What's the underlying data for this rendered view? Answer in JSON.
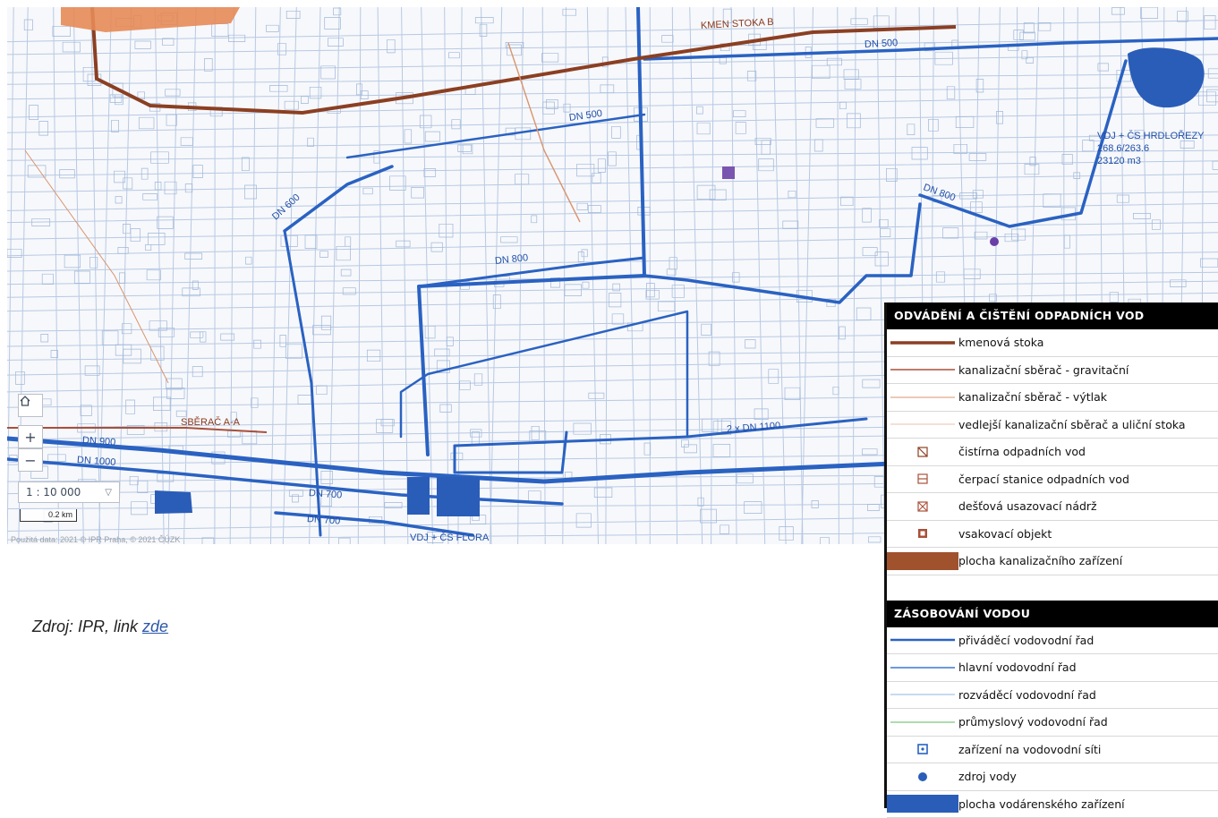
{
  "map": {
    "labels": {
      "kmen_stoka_b": "KMEN STOKA B",
      "dn500_a": "DN 500",
      "dn500_b": "DN 500",
      "vdj_hrdlorezy": "VDJ + ČS HRDLOŘEZY",
      "hrdlorezy_level": "268.6/263.6",
      "hrdlorezy_volume": "23120 m3",
      "dn800_a": "DN 800",
      "dn600": "DN 600",
      "dn800_b": "DN 800",
      "sberac_aa": "SBĚRAČ A-A",
      "dn900": "DN 900",
      "dn1000": "DN 1000",
      "dn700_a": "DN 700",
      "dn700_b": "DN 700",
      "dn1100": "2 x DN 1100",
      "vdj_flora": "VDJ + ČS FLORA"
    },
    "controls": {
      "home_icon": "home-icon",
      "zoom_in": "+",
      "zoom_out": "−",
      "scale_value": "1 : 10 000",
      "scale_bar": "0.2 km"
    },
    "attribution": "Použitá data: 2021 © IPR Praha, © 2021 ČÚZK"
  },
  "legend": {
    "sewer_title": "ODVÁDĚNÍ A ČIŠTĚNÍ  ODPADNÍCH VOD",
    "sewer_items": [
      {
        "label": "kmenová stoka",
        "icon": "trunk-sewer-line",
        "color": "#8b3f22"
      },
      {
        "label": "kanalizační sběrač - gravitační",
        "icon": "gravity-sewer-line",
        "color": "#a8503a"
      },
      {
        "label": "kanalizační sběrač - výtlak",
        "icon": "pressure-sewer-line",
        "color": "#d9956f"
      },
      {
        "label": "vedlejší kanalizační sběrač a uliční stoka",
        "icon": "secondary-sewer-line",
        "color": "#e9c2ad"
      },
      {
        "label": "čistírna odpadních vod",
        "icon": "treatment-plant-icon",
        "color": "#8b3f22"
      },
      {
        "label": "čerpací stanice odpadních vod",
        "icon": "pumping-station-icon",
        "color": "#a8503a"
      },
      {
        "label": "dešťová usazovací nádrž",
        "icon": "storm-tank-icon",
        "color": "#a8503a"
      },
      {
        "label": "vsakovací objekt",
        "icon": "soakaway-icon",
        "color": "#a8503a"
      },
      {
        "label": "plocha kanalizačního zařízení",
        "icon": "sewer-area-swatch",
        "color": "#a0522d"
      }
    ],
    "water_title": "ZÁSOBOVÁNÍ VODOU",
    "water_items": [
      {
        "label": "přiváděcí vodovodní řad",
        "icon": "supply-main-line",
        "color": "#2a62c2"
      },
      {
        "label": "hlavní vodovodní řad",
        "icon": "main-water-line",
        "color": "#3a78cf"
      },
      {
        "label": "rozváděcí vodovodní řad",
        "icon": "distribution-line",
        "color": "#8fb6e6"
      },
      {
        "label": "průmyslový vodovodní řad",
        "icon": "industrial-line",
        "color": "#5cb85c"
      },
      {
        "label": "zařízení na vodovodní síti",
        "icon": "water-facility-icon",
        "color": "#2a62c2"
      },
      {
        "label": "zdroj vody",
        "icon": "water-source-icon",
        "color": "#2a5db8"
      },
      {
        "label": "plocha vodárenského zařízení",
        "icon": "water-area-swatch",
        "color": "#2a5db8"
      }
    ]
  },
  "source": {
    "prefix": "Zdroj: IPR, link ",
    "link_text": "zde"
  }
}
